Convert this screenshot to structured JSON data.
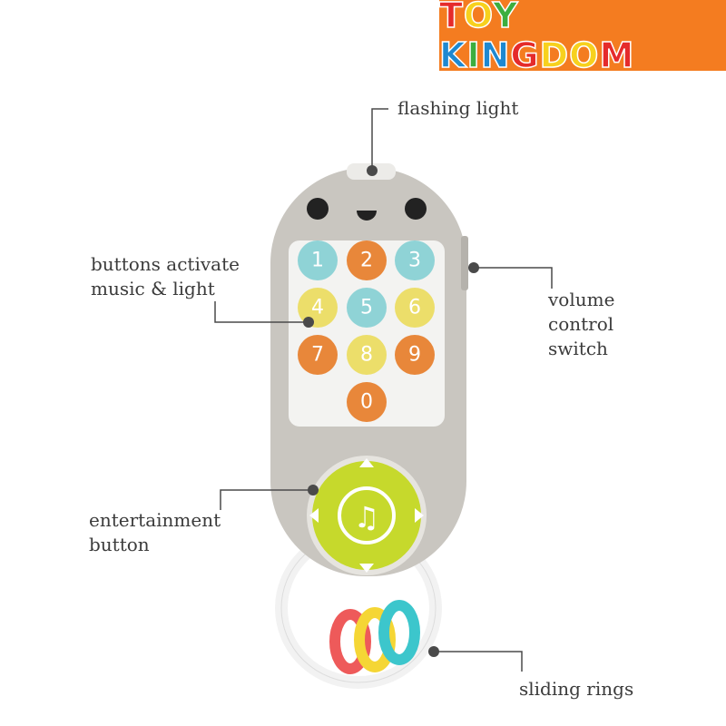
{
  "brand": {
    "name": "TOY KINGDOM",
    "letters": [
      "T",
      "O",
      "Y",
      " ",
      "K",
      "I",
      "N",
      "G",
      "D",
      "O",
      "M"
    ],
    "letter_colors": [
      "#e52b2b",
      "#f7d11e",
      "#3cae3f",
      "",
      "#1e88d0",
      "#3cae3f",
      "#1e88d0",
      "#e52b2b",
      "#f7d11e",
      "#f7d11e",
      "#e52b2b"
    ],
    "background": "#f47c20"
  },
  "callouts": {
    "flashing_light": "flashing light",
    "buttons": "buttons activate\nmusic & light",
    "volume": "volume\ncontrol\nswitch",
    "entertainment": "entertainment\nbutton",
    "rings": "sliding rings"
  },
  "keypad": {
    "keys": [
      {
        "label": "1",
        "color": "#8fd3d6"
      },
      {
        "label": "2",
        "color": "#e8873a"
      },
      {
        "label": "3",
        "color": "#8fd3d6"
      },
      {
        "label": "4",
        "color": "#ecde6a"
      },
      {
        "label": "5",
        "color": "#8fd3d6"
      },
      {
        "label": "6",
        "color": "#ecde6a"
      },
      {
        "label": "7",
        "color": "#e8873a"
      },
      {
        "label": "8",
        "color": "#ecde6a"
      },
      {
        "label": "9",
        "color": "#e8873a"
      },
      {
        "label": "0",
        "color": "#e8873a"
      }
    ]
  },
  "colors": {
    "body": "#c9c6c0",
    "panel": "#f3f3f1",
    "music_button": "#c6d92c",
    "line": "#4a4a4a"
  }
}
